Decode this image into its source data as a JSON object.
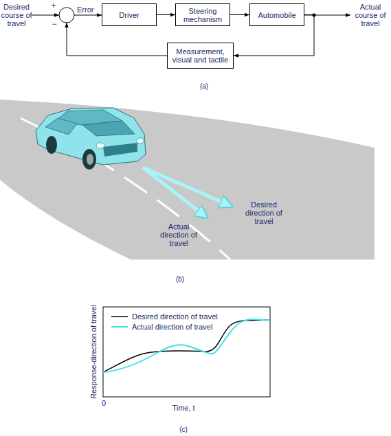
{
  "diagram": {
    "nodes": [
      {
        "text": [
          "Driver"
        ]
      },
      {
        "text": [
          "Steering mechanism"
        ]
      },
      {
        "text": [
          "Automobile"
        ]
      },
      {
        "text": [
          "Measurement, visual and tactile"
        ]
      }
    ],
    "edges": [
      {
        "from": 0,
        "to": 1,
        "arrow": "to"
      },
      {
        "from": 1,
        "to": 2,
        "arrow": "to"
      },
      {
        "from": 2,
        "to": 3,
        "arrow": "to"
      }
    ],
    "labels": [
      "Desired course of travel",
      "+",
      "−",
      "Error",
      "Actual course of travel",
      "(a)",
      "Actual direction of travel",
      "Desired direction of travel",
      "(b)",
      "Response-direction of travel",
      "0",
      "Time, t",
      "(c)"
    ],
    "legend": [
      {
        "text": "Desired direction of travel"
      },
      {
        "text": "Actual direction of travel"
      }
    ]
  }
}
